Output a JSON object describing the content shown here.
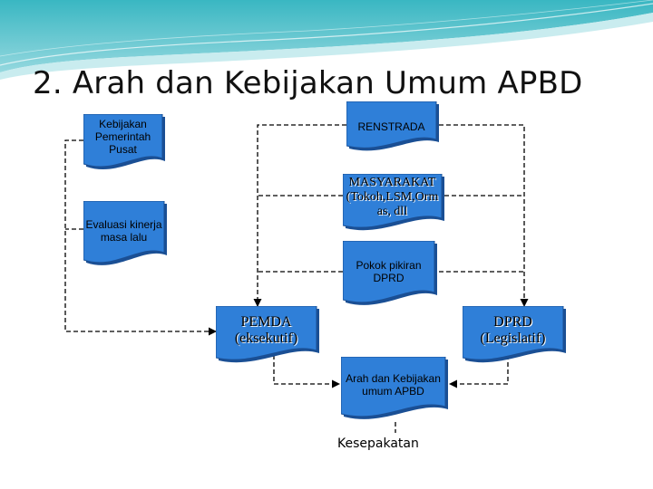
{
  "title": "2. Arah dan Kebijakan Umum APBD",
  "colors": {
    "node_fill": "#2f7fd8",
    "node_shade": "#1a4f94",
    "header_teal": "#2fb3bf",
    "header_light": "#c9ecef",
    "connector": "#000000"
  },
  "nodes": {
    "kebijakan_pusat": "Kebijakan Pemerintah Pusat",
    "renstrada": "RENSTRADA",
    "masyarakat": "MASYARAKAT (Tokoh,LSM,Orm as, dll",
    "evaluasi": "Evaluasi kinerja masa lalu",
    "pokok_pikiran": "Pokok pikiran DPRD",
    "pemda": "PEMDA (eksekutif)",
    "dprd": "DPRD (Legislatif)",
    "arah_kebijakan": "Arah dan Kebijakan umum APBD"
  },
  "footer_label": "Kesepakatan"
}
